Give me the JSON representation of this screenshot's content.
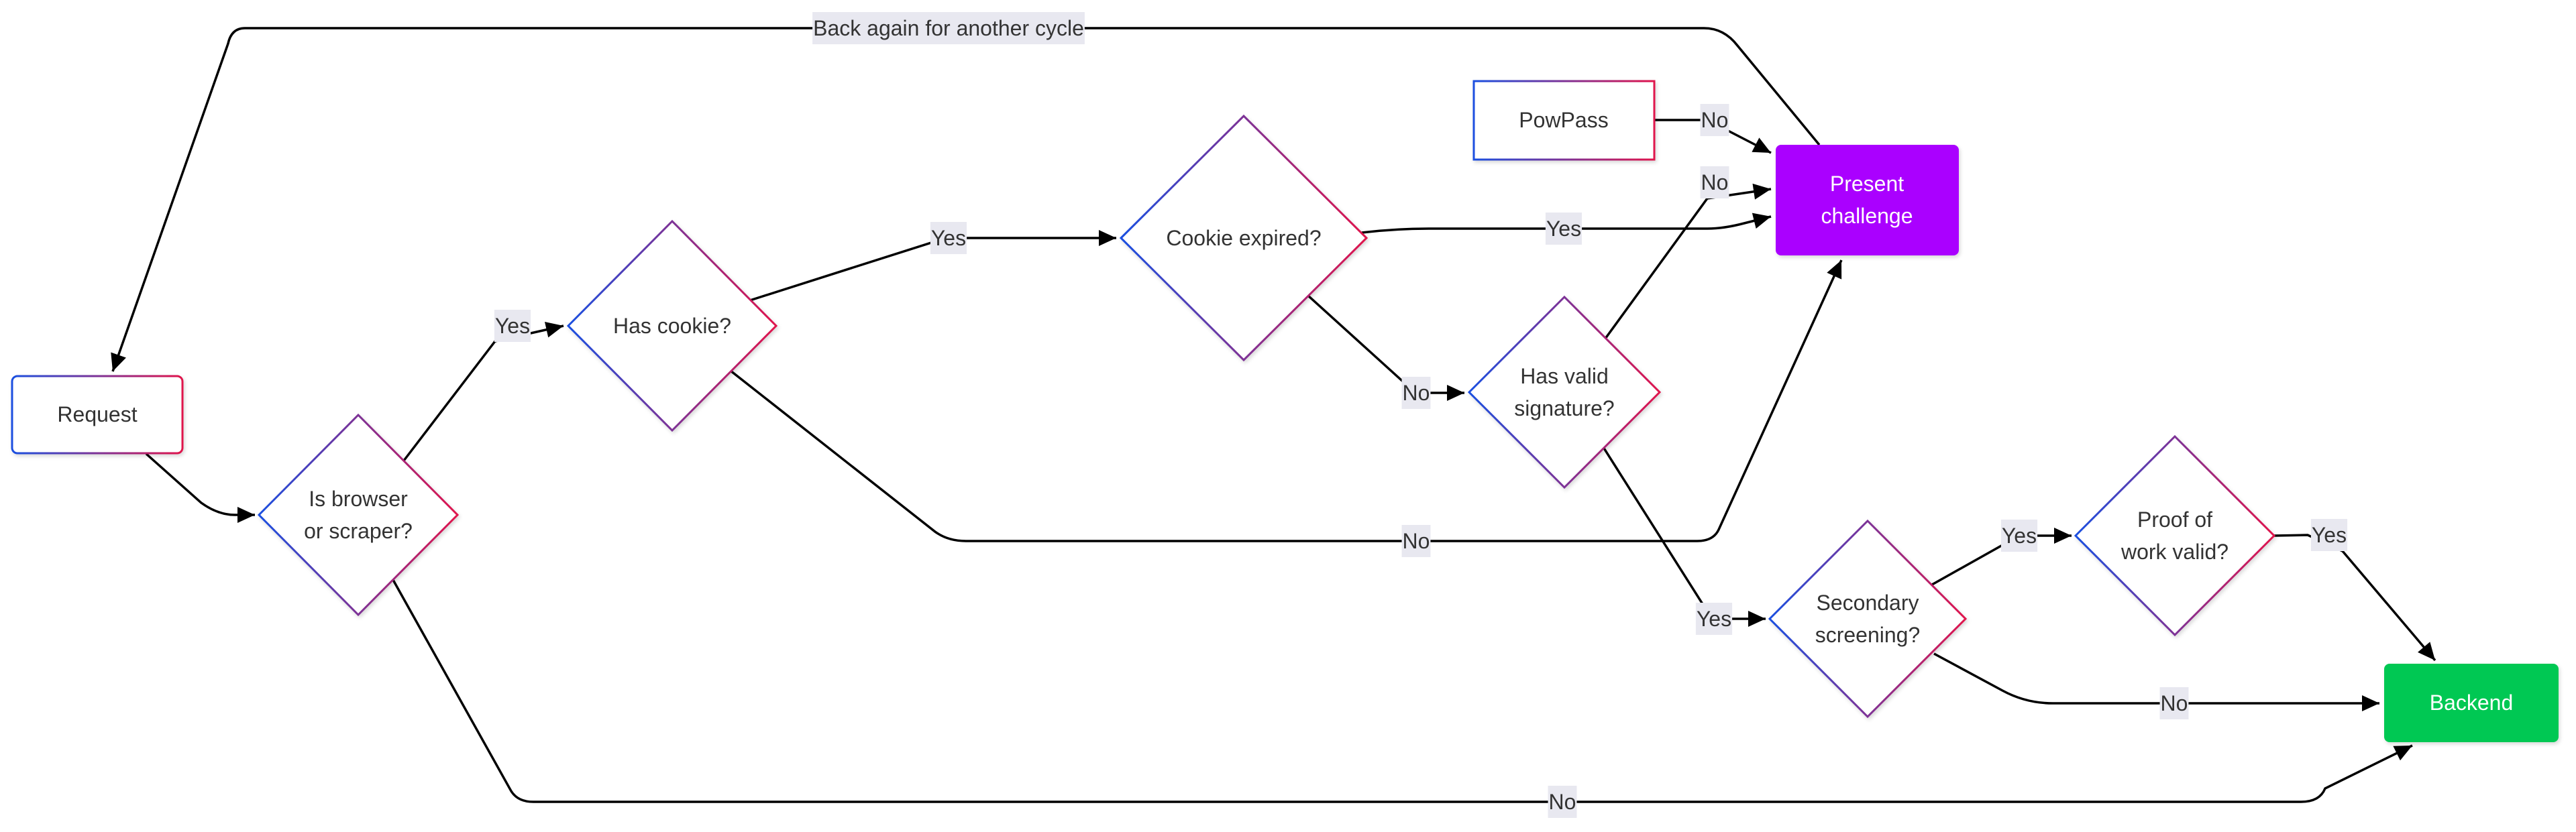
{
  "colors": {
    "gradient_start": "#1a4fe0",
    "gradient_end": "#e0144c",
    "challenge_fill": "#aa00ff",
    "backend_fill": "#00c853",
    "edge_label_bg": "#e8e8f0",
    "edge": "#000000"
  },
  "nodes": {
    "request": {
      "label": [
        "Request"
      ],
      "shape": "rect"
    },
    "browser": {
      "label": [
        "Is browser",
        "or scraper?"
      ],
      "shape": "diamond"
    },
    "cookie": {
      "label": [
        "Has cookie?"
      ],
      "shape": "diamond"
    },
    "expired": {
      "label": [
        "Cookie expired?"
      ],
      "shape": "diamond"
    },
    "signature": {
      "label": [
        "Has valid",
        "signature?"
      ],
      "shape": "diamond"
    },
    "secondary": {
      "label": [
        "Secondary",
        "screening?"
      ],
      "shape": "diamond"
    },
    "pow": {
      "label": [
        "Proof of",
        "work valid?"
      ],
      "shape": "diamond"
    },
    "powpass": {
      "label": [
        "PowPass"
      ],
      "shape": "rect"
    },
    "challenge": {
      "label": [
        "Present",
        "challenge"
      ],
      "shape": "rect-filled"
    },
    "backend": {
      "label": [
        "Backend"
      ],
      "shape": "rect-filled"
    }
  },
  "edges": [
    {
      "id": "request-browser",
      "from": "request",
      "to": "browser",
      "label": ""
    },
    {
      "id": "browser-cookie",
      "from": "browser",
      "to": "cookie",
      "label": "Yes"
    },
    {
      "id": "browser-backend",
      "from": "browser",
      "to": "backend",
      "label": "No"
    },
    {
      "id": "cookie-expired",
      "from": "cookie",
      "to": "expired",
      "label": "Yes"
    },
    {
      "id": "cookie-challenge",
      "from": "cookie",
      "to": "challenge",
      "label": "No"
    },
    {
      "id": "expired-challenge",
      "from": "expired",
      "to": "challenge",
      "label": "Yes"
    },
    {
      "id": "expired-signature",
      "from": "expired",
      "to": "signature",
      "label": "No"
    },
    {
      "id": "signature-challenge",
      "from": "signature",
      "to": "challenge",
      "label": "No"
    },
    {
      "id": "signature-secondary",
      "from": "signature",
      "to": "secondary",
      "label": "Yes"
    },
    {
      "id": "powpass-challenge",
      "from": "powpass",
      "to": "challenge",
      "label": "No"
    },
    {
      "id": "secondary-pow",
      "from": "secondary",
      "to": "pow",
      "label": "Yes"
    },
    {
      "id": "secondary-backend",
      "from": "secondary",
      "to": "backend",
      "label": "No"
    },
    {
      "id": "pow-backend",
      "from": "pow",
      "to": "backend",
      "label": "Yes"
    },
    {
      "id": "challenge-request",
      "from": "challenge",
      "to": "request",
      "label": "Back again for another cycle"
    }
  ]
}
